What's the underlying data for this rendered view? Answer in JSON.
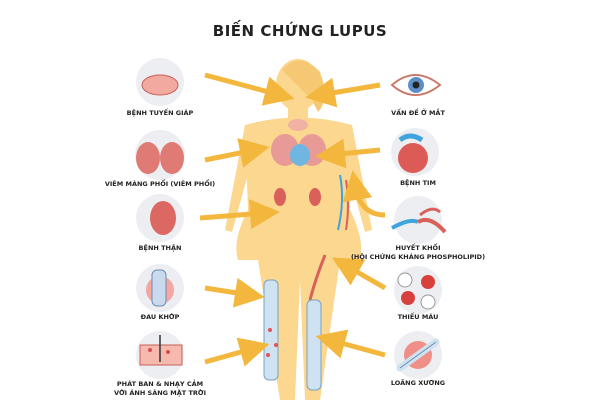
{
  "title": "BIẾN CHỨNG LUPUS",
  "left": [
    {
      "label": "BỆNH TUYẾN GIÁP",
      "icon": "thyroid-icon"
    },
    {
      "label": "VIÊM MÀNG PHỔI (VIÊM PHỔI)",
      "icon": "lungs-icon"
    },
    {
      "label": "BỆNH THẬN",
      "icon": "kidney-icon"
    },
    {
      "label": "ĐAU KHỚP",
      "icon": "knee-joint-icon"
    },
    {
      "label": "PHÁT BAN & NHẠY CẢM",
      "label2": "VỚI ÁNH SÁNG MẶT TRỜI",
      "icon": "skin-rash-icon"
    }
  ],
  "right": [
    {
      "label": "VẤN ĐỀ Ở MẮT",
      "icon": "eye-icon"
    },
    {
      "label": "BỆNH TIM",
      "icon": "heart-icon"
    },
    {
      "label": "HUYẾT KHỐI",
      "label2": "(HỘI CHỨNG KHÁNG PHOSPHOLIPID)",
      "icon": "blood-vessel-icon"
    },
    {
      "label": "THIẾU MÁU",
      "icon": "blood-cells-icon"
    },
    {
      "label": "LOÃNG XƯƠNG",
      "icon": "bone-icon"
    }
  ],
  "colors": {
    "body": "#fbd78f",
    "arrow": "#f4b73e",
    "organ": "#e06a6a",
    "circle": "#eceef2",
    "vein": "#3fa3dc"
  }
}
